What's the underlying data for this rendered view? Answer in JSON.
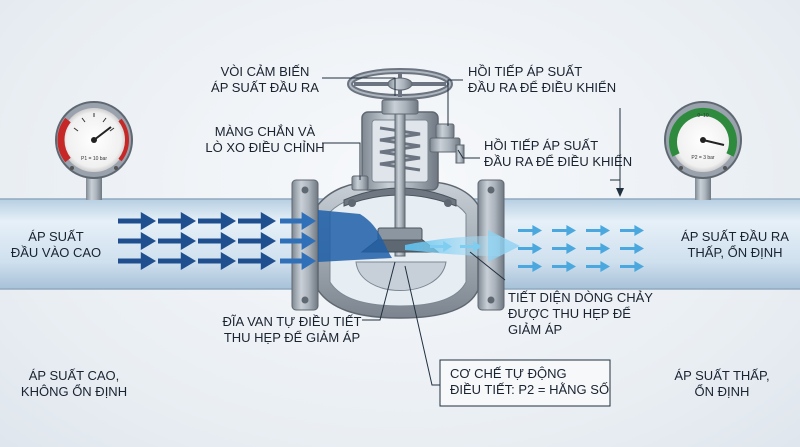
{
  "labels": {
    "sensor_line1": "VÒI CẢM BIẾN",
    "sensor_line2": "ÁP SUẤT ĐẦU RA",
    "diaphragm_line1": "MÀNG CHẮN VÀ",
    "diaphragm_line2": "LÒ XO ĐIỀU CHỈNH",
    "feedback_top_line1": "HỒI TIẾP ÁP SUẤT",
    "feedback_top_line2": "ĐẦU RA ĐỂ ĐIỀU KHIỂN",
    "feedback_mid_line1": "HỒI TIẾP ÁP SUẤT",
    "feedback_mid_line2": "ĐẦU RA ĐỂ ĐIỀU KHIỂN",
    "inlet_line1": "ÁP SUẤT",
    "inlet_line2": "ĐẦU VÀO CAO",
    "outlet_line1": "ÁP SUẤT ĐẦU RA",
    "outlet_line2": "THẤP, ỔN ĐỊNH",
    "throat_line1": "TIẾT DIỆN DÒNG CHẢY",
    "throat_line2": "ĐƯỢC THU HẸP ĐỂ",
    "throat_line3": "GIẢM ÁP",
    "disc_line1": "ĐĨA VAN TỰ ĐIỀU TIẾT",
    "disc_line2": "THU HẸP ĐỂ GIẢM ÁP",
    "mechanism_line1": "CƠ CHẾ TỰ ĐỘNG",
    "mechanism_line2": "ĐIỀU TIẾT: P2 = HẰNG SỐ",
    "bottom_left_line1": "ÁP SUẤT CAO,",
    "bottom_left_line2": "KHÔNG ỔN ĐỊNH",
    "bottom_right_line1": "ÁP SUẤT THẤP,",
    "bottom_right_line2": "ỔN ĐỊNH"
  },
  "gauges": {
    "inlet_text": "P1 = 10 bar",
    "outlet_text": "P2 = 3 bar",
    "outlet_range": "0~10"
  },
  "colors": {
    "pipe": "#cfe0ee",
    "flow_dark": "#1f4f8f",
    "flow_light": "#4aa8de",
    "valve_metal": "#9aa3ad",
    "gauge_red": "#c62828",
    "gauge_green": "#2e8b3d",
    "label_text": "#1a2330"
  }
}
